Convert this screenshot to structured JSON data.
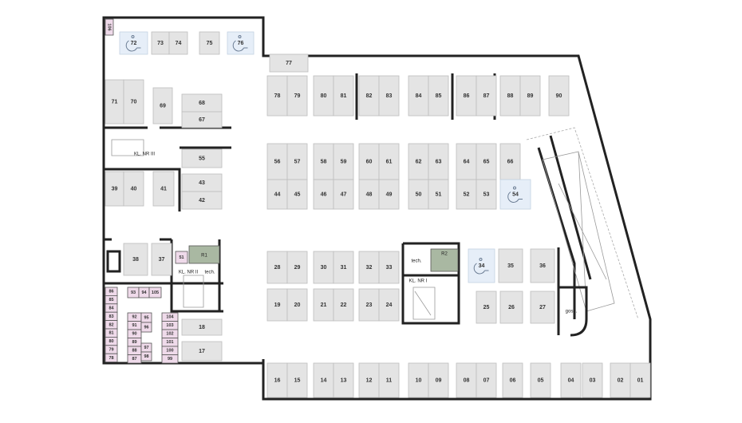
{
  "parking_spaces": [
    {
      "label": "72",
      "accessible": true
    },
    {
      "label": "73"
    },
    {
      "label": "74"
    },
    {
      "label": "75"
    },
    {
      "label": "76",
      "accessible": true
    },
    {
      "label": "77"
    },
    {
      "label": "78"
    },
    {
      "label": "79"
    },
    {
      "label": "80"
    },
    {
      "label": "81"
    },
    {
      "label": "82"
    },
    {
      "label": "83"
    },
    {
      "label": "84"
    },
    {
      "label": "85"
    },
    {
      "label": "86"
    },
    {
      "label": "87"
    },
    {
      "label": "88"
    },
    {
      "label": "89"
    },
    {
      "label": "90"
    },
    {
      "label": "71"
    },
    {
      "label": "70"
    },
    {
      "label": "69"
    },
    {
      "label": "68"
    },
    {
      "label": "67"
    },
    {
      "label": "55"
    },
    {
      "label": "43"
    },
    {
      "label": "42"
    },
    {
      "label": "39"
    },
    {
      "label": "40"
    },
    {
      "label": "41"
    },
    {
      "label": "56"
    },
    {
      "label": "57"
    },
    {
      "label": "58"
    },
    {
      "label": "59"
    },
    {
      "label": "60"
    },
    {
      "label": "61"
    },
    {
      "label": "62"
    },
    {
      "label": "63"
    },
    {
      "label": "64"
    },
    {
      "label": "65"
    },
    {
      "label": "66"
    },
    {
      "label": "44"
    },
    {
      "label": "45"
    },
    {
      "label": "46"
    },
    {
      "label": "47"
    },
    {
      "label": "48"
    },
    {
      "label": "49"
    },
    {
      "label": "50"
    },
    {
      "label": "51"
    },
    {
      "label": "52"
    },
    {
      "label": "53"
    },
    {
      "label": "54",
      "accessible": true
    },
    {
      "label": "38"
    },
    {
      "label": "37"
    },
    {
      "label": "18"
    },
    {
      "label": "17"
    },
    {
      "label": "28"
    },
    {
      "label": "29"
    },
    {
      "label": "30"
    },
    {
      "label": "31"
    },
    {
      "label": "32"
    },
    {
      "label": "33"
    },
    {
      "label": "19"
    },
    {
      "label": "20"
    },
    {
      "label": "21"
    },
    {
      "label": "22"
    },
    {
      "label": "23"
    },
    {
      "label": "24"
    },
    {
      "label": "34",
      "accessible": true
    },
    {
      "label": "35"
    },
    {
      "label": "36"
    },
    {
      "label": "25"
    },
    {
      "label": "26"
    },
    {
      "label": "27"
    },
    {
      "label": "16"
    },
    {
      "label": "15"
    },
    {
      "label": "14"
    },
    {
      "label": "13"
    },
    {
      "label": "12"
    },
    {
      "label": "11"
    },
    {
      "label": "10"
    },
    {
      "label": "09"
    },
    {
      "label": "08"
    },
    {
      "label": "07"
    },
    {
      "label": "06"
    },
    {
      "label": "05"
    },
    {
      "label": "04"
    },
    {
      "label": "03"
    },
    {
      "label": "02"
    },
    {
      "label": "01"
    }
  ],
  "storage_units": [
    "106",
    "51",
    "86",
    "85",
    "84",
    "83",
    "82",
    "81",
    "80",
    "79",
    "78",
    "93",
    "94",
    "105",
    "92",
    "91",
    "90",
    "89",
    "88",
    "87",
    "95",
    "96",
    "97",
    "98",
    "104",
    "103",
    "102",
    "101",
    "100",
    "99"
  ],
  "rooms": {
    "stair_3": "KL. NR III",
    "stair_2": "KL. NR II",
    "stair_1": "KL. NR I",
    "tech_2": "tech.",
    "tech_1": "tech.",
    "r1": "R1",
    "r2": "R2",
    "gosp": "gosp."
  },
  "colors": {
    "spot": "#e4e4e4",
    "accessible": "#e6eef8",
    "storage": "#efdaea",
    "technical": "#a9b8a2"
  }
}
